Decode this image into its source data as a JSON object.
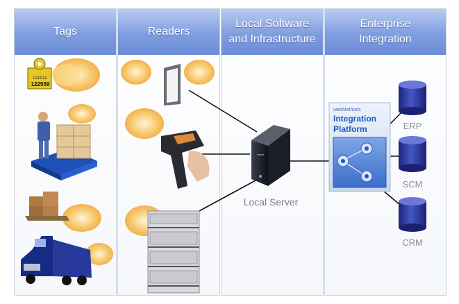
{
  "columns": [
    {
      "id": "tags",
      "title_line1": "Tags",
      "title_line2": ""
    },
    {
      "id": "readers",
      "title_line1": "Readers",
      "title_line2": ""
    },
    {
      "id": "local",
      "title_line1": "Local Software",
      "title_line2": "and Infrastructure"
    },
    {
      "id": "enterprise",
      "title_line1": "Enterprise",
      "title_line2": "Integration"
    }
  ],
  "tag_label": {
    "brand": "EEEEEE",
    "number": "122559"
  },
  "server_label": "Local Server",
  "platform": {
    "brand": "webMethods",
    "title_line1": "Integration",
    "title_line2": "Platform"
  },
  "databases": [
    {
      "name": "ERP"
    },
    {
      "name": "SCM"
    },
    {
      "name": "CRM"
    }
  ],
  "colors": {
    "header_top": "#b9cbf0",
    "header_bottom": "#6b8dd8",
    "signal": "#f5b94a",
    "database": "#2c3a9a",
    "platform_blue": "#1f55c8",
    "connector": "#111111"
  }
}
